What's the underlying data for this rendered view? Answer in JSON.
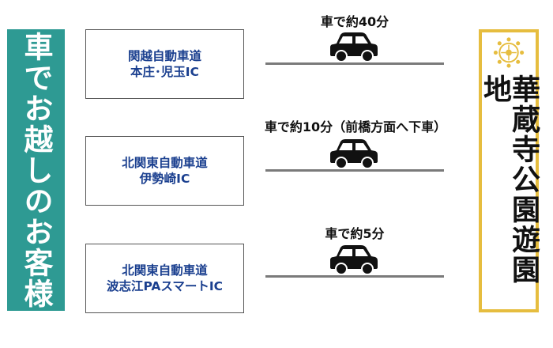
{
  "left_banner": {
    "text": "車でお越しのお客様"
  },
  "right_banner": {
    "text": "華蔵寺公園遊園地",
    "seal_icon": "flower-crest-icon"
  },
  "colors": {
    "teal": "#2e9a93",
    "navy": "#1a3f8f",
    "gold": "#e6bd3f",
    "road": "#7a7a7a"
  },
  "routes": [
    {
      "ic_line1": "関越自動車道",
      "ic_line2": "本庄･児玉IC",
      "time": "車で約40分"
    },
    {
      "ic_line1": "北関東自動車道",
      "ic_line2": "伊勢崎IC",
      "time": "車で約10分（前橋方面へ下車）"
    },
    {
      "ic_line1": "北関東自動車道",
      "ic_line2": "波志江PAスマートIC",
      "time": "車で約5分"
    }
  ]
}
